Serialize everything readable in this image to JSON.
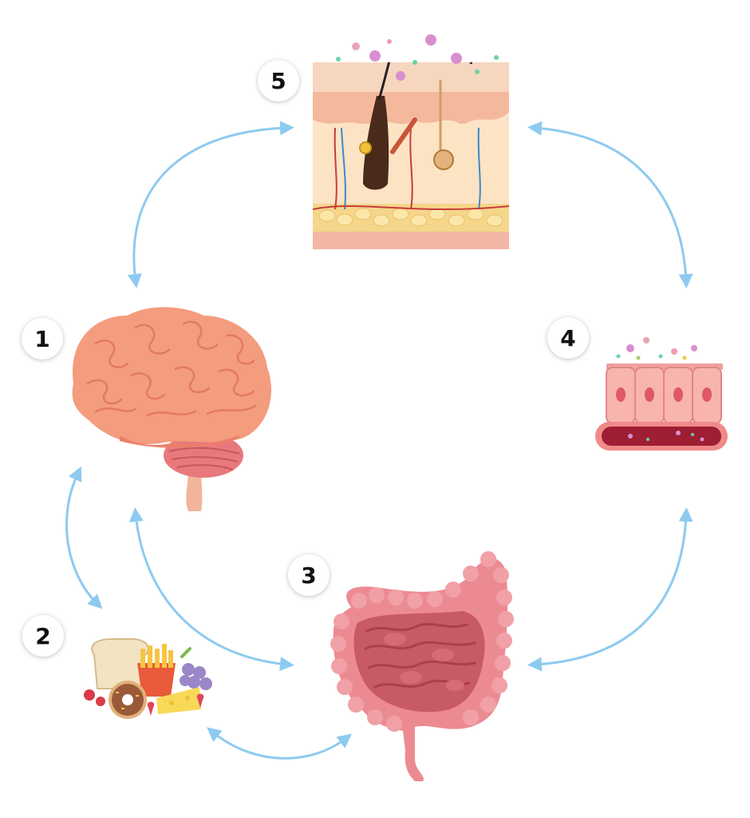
{
  "badges": {
    "one": "1",
    "two": "2",
    "three": "3",
    "four": "4",
    "five": "5"
  },
  "icons": {
    "brain": "brain-icon",
    "food": "food-icon",
    "intestines": "intestines-icon",
    "gut_lining": "gut-lining-icon",
    "skin": "skin-cross-section-icon"
  },
  "colors": {
    "arrow": "#8ecaf0",
    "brain": "#f2957a",
    "intestine": "#e67983",
    "skin": "#f8cfb0"
  }
}
